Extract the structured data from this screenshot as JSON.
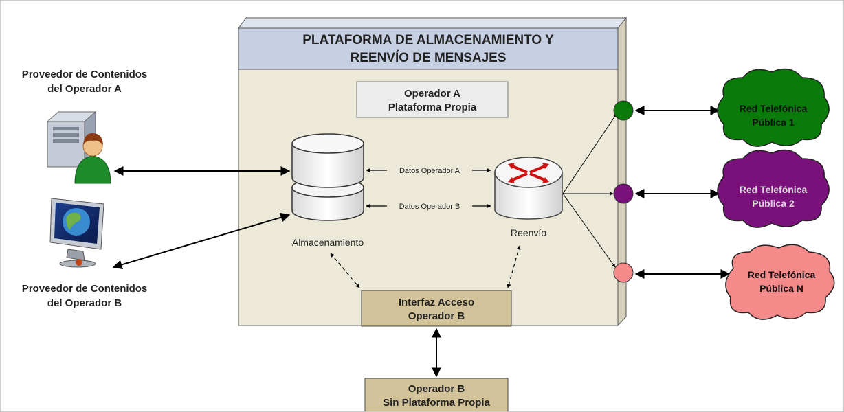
{
  "platform": {
    "title_line1": "PLATAFORMA DE ALMACENAMIENTO Y",
    "title_line2": "REENVÍO DE MENSAJES"
  },
  "operator_a_box": {
    "line1": "Operador A",
    "line2": "Plataforma Propia"
  },
  "provider_a": {
    "line1": "Proveedor de Contenidos",
    "line2": "del Operador A"
  },
  "provider_b": {
    "line1": "Proveedor de Contenidos",
    "line2": "del Operador B"
  },
  "storage": {
    "label": "Almacenamiento"
  },
  "router": {
    "label": "Reenvío"
  },
  "links": {
    "data_a": "Datos Operador A",
    "data_b": "Datos Operador B"
  },
  "interface_box": {
    "line1": "Interfaz Acceso",
    "line2": "Operador B"
  },
  "operator_b_box": {
    "line1": "Operador B",
    "line2": "Sin Plataforma Propia"
  },
  "networks": [
    {
      "line1": "Red Telefónica",
      "line2": "Pública 1",
      "color": "#0a7a0a",
      "port_color": "#0a7a0a"
    },
    {
      "line1": "Red Telefónica",
      "line2": "Pública 2",
      "color": "#7a107a",
      "port_color": "#7a107a"
    },
    {
      "line1": "Red Telefónica",
      "line2": "Pública N",
      "color": "#f58a8a",
      "port_color": "#f58a8a"
    }
  ],
  "colors": {
    "platform_body": "#ece9d8",
    "platform_header": "#c6d0e2",
    "box_light": "#ececec",
    "box_tan": "#d2c39a"
  }
}
